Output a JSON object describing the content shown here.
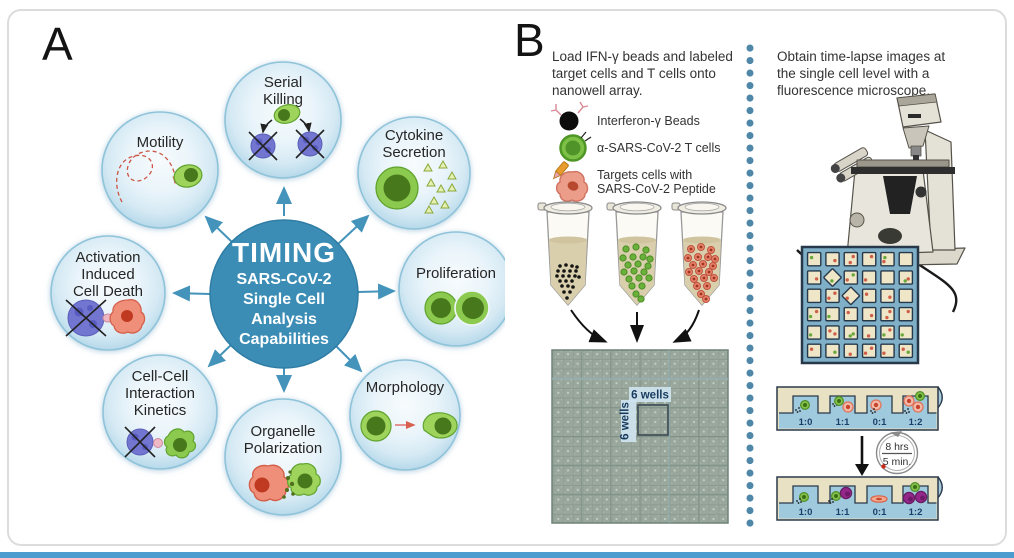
{
  "figure": {
    "panel_a_label": "A",
    "panel_b_label": "B"
  },
  "panel_a": {
    "center": {
      "title": "TIMING",
      "line1": "SARS-CoV-2",
      "line2": "Single Cell",
      "line3": "Analysis",
      "line4": "Capabilities"
    },
    "nodes": {
      "serial_killing": {
        "line1": "Serial",
        "line2": "Killing"
      },
      "motility": {
        "line1": "Motility"
      },
      "cytokine": {
        "line1": "Cytokine",
        "line2": "Secretion"
      },
      "proliferation": {
        "line1": "Proliferation"
      },
      "morphology": {
        "line1": "Morphology"
      },
      "organelle": {
        "line1": "Organelle",
        "line2": "Polarization"
      },
      "cell_cell": {
        "line1": "Cell-Cell",
        "line2": "Interaction",
        "line3": "Kinetics"
      },
      "aicd": {
        "line1": "Activation",
        "line2": "Induced",
        "line3": "Cell Death"
      }
    }
  },
  "panel_b": {
    "left": {
      "instruction1": "Load IFN-γ beads and labeled",
      "instruction2": "target cells and T cells onto",
      "instruction3": "nanowell array.",
      "legend1": "Interferon-γ Beads",
      "legend2": "α-SARS-CoV-2 T cells",
      "legend3a": "Targets cells with",
      "legend3b": "SARS-CoV-2 Peptide",
      "wells_h": "6 wells",
      "wells_v": "6 wells"
    },
    "right": {
      "instruction1": "Obtain time-lapse images at",
      "instruction2": "the single cell level with a",
      "instruction3": "fluorescence microscope.",
      "timer_top": "8 hrs",
      "timer_bottom": "5 min.",
      "ratios_top": [
        "1:0",
        "1:1",
        "0:1",
        "1:2"
      ],
      "ratios_bottom": [
        "1:0",
        "1:1",
        "0:1",
        "1:2"
      ]
    }
  },
  "colors": {
    "center_circle": "#3b8db5",
    "bubble_rim": "#8fc3d9",
    "arrow_blue": "#4393ba",
    "divider_dot": "#4e87a8",
    "bottom_bar": "#4c9ccf",
    "grid_liquid": "#7fb0c8",
    "well_cream": "#efe6c8",
    "t_cell_green": "#8cc94f",
    "target_cell_red": "#ef8f7a",
    "dead_cell_purple": "#7276d0",
    "apoptotic_purple": "#93278a"
  }
}
